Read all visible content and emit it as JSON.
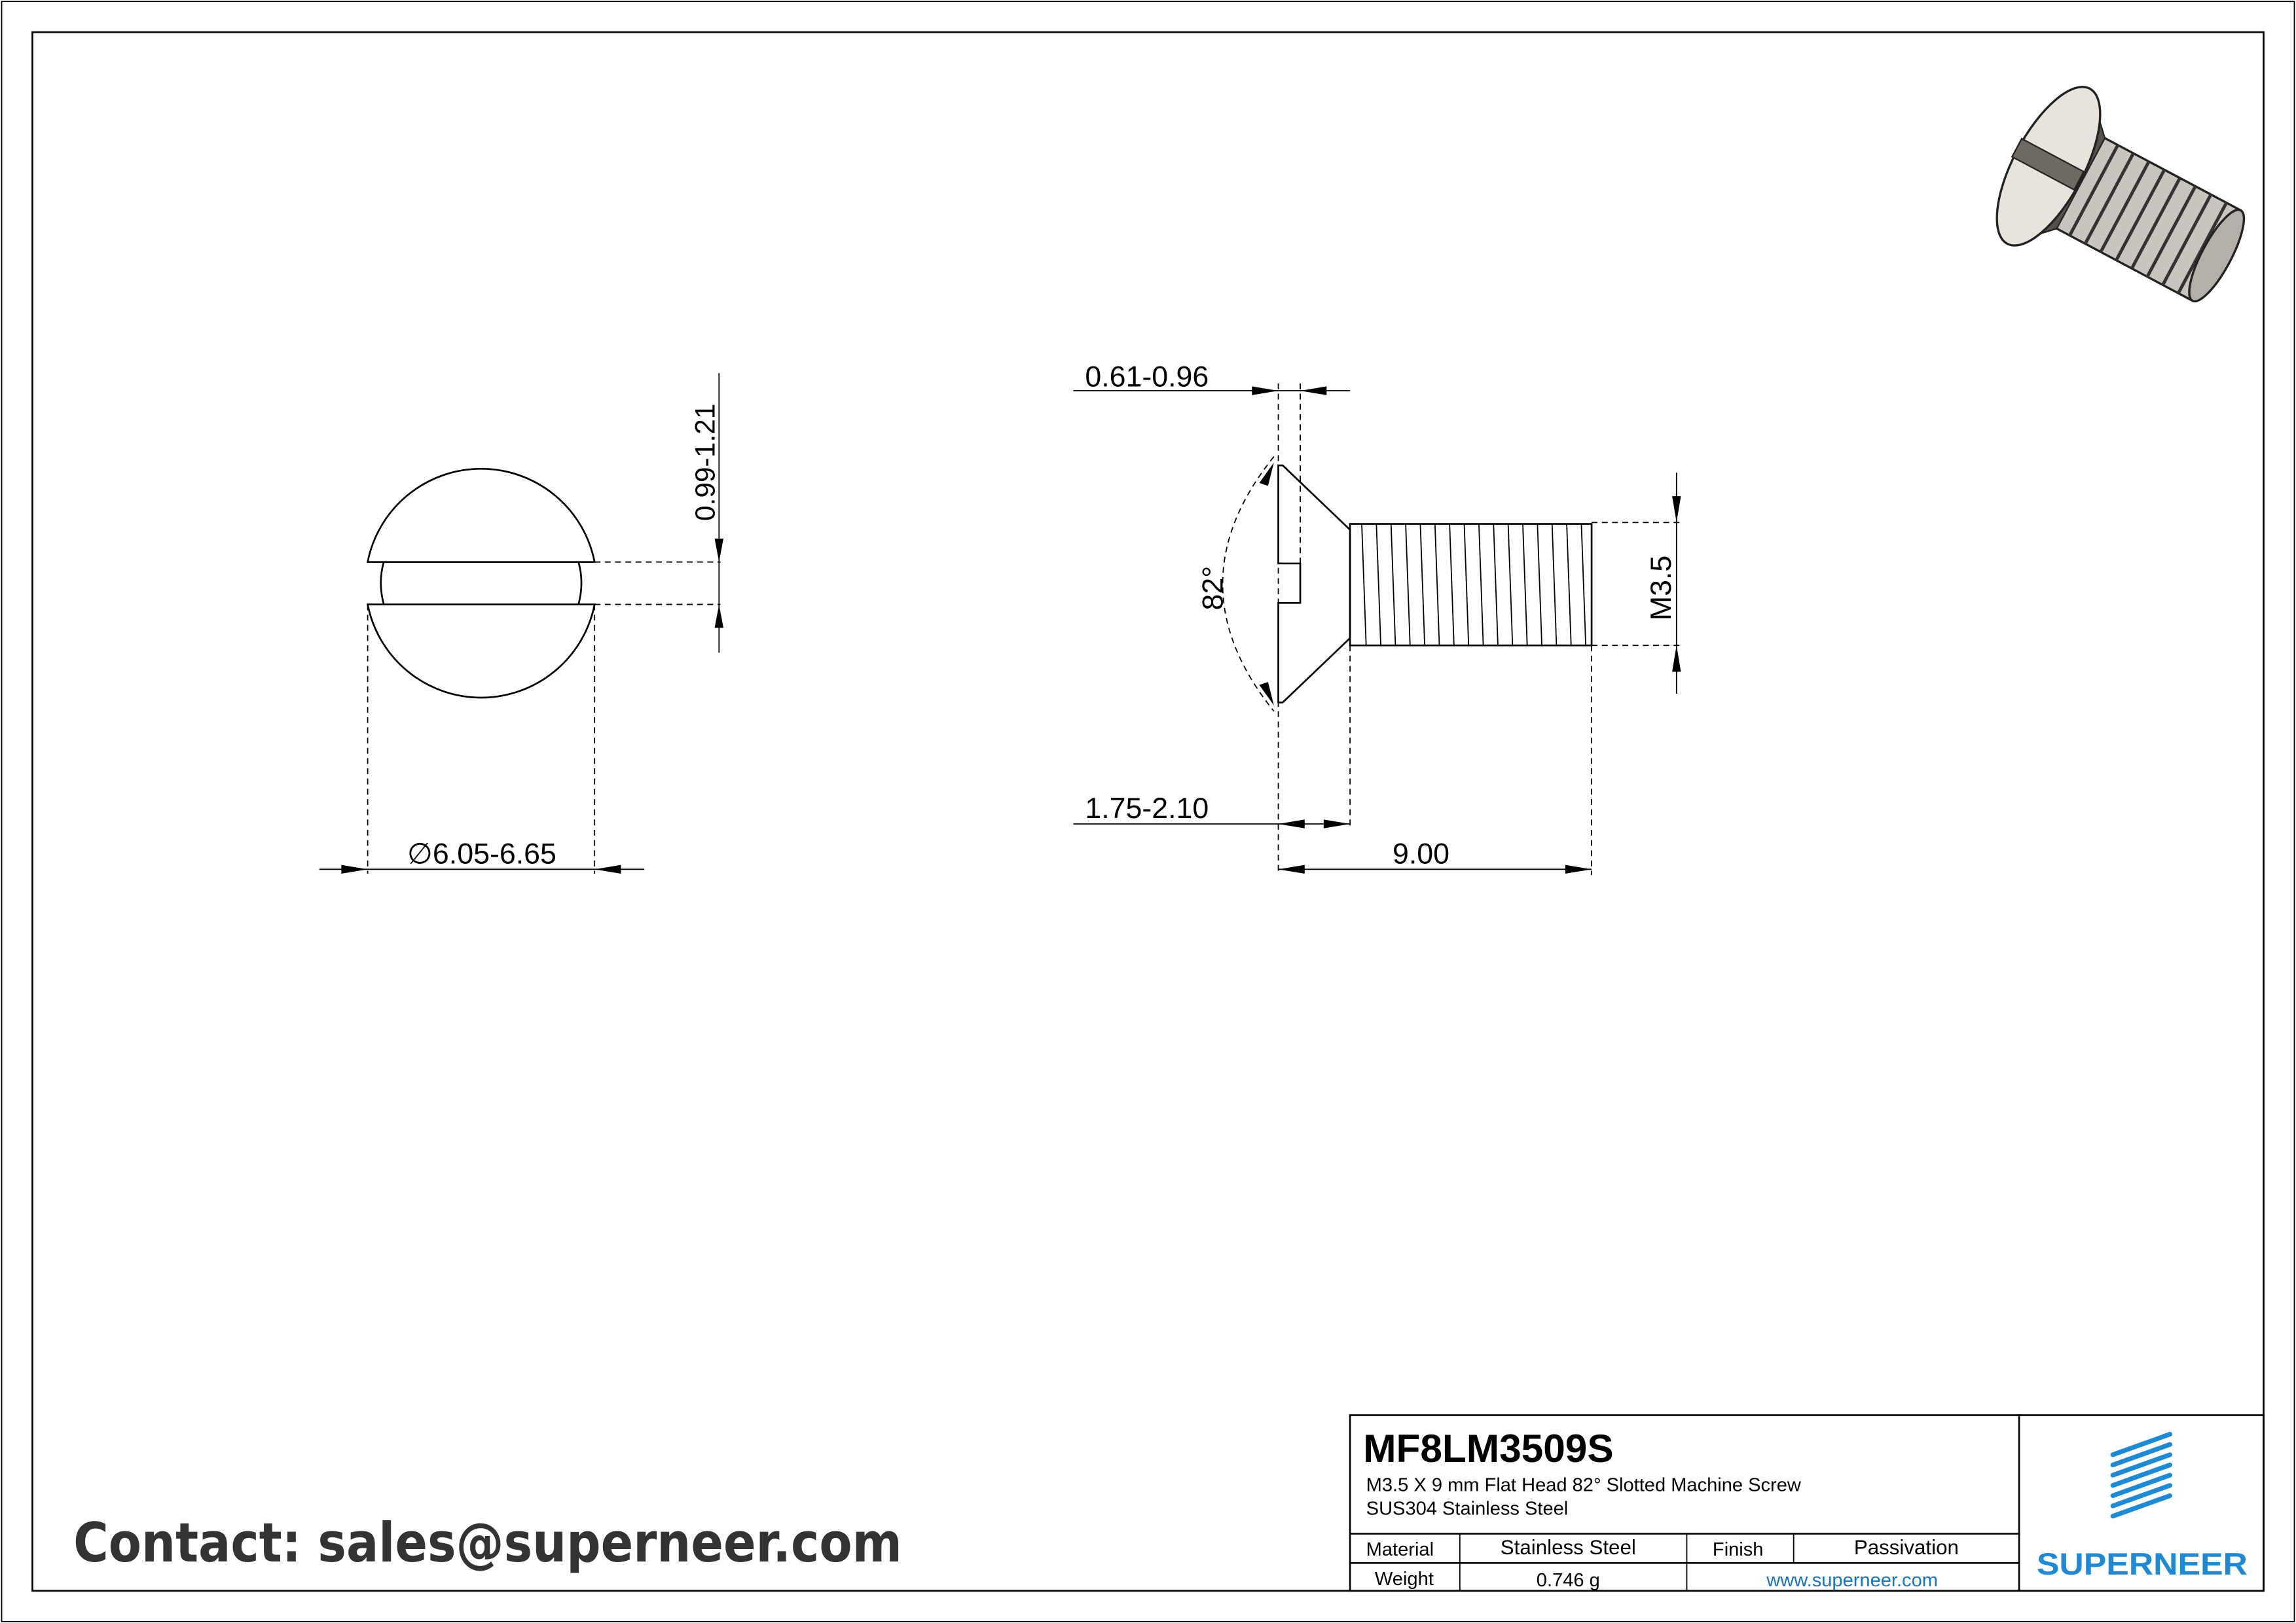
{
  "drawing": {
    "dimensions": {
      "head_diameter": "∅6.05-6.65",
      "slot_width": "0.99-1.21",
      "slot_depth": "0.61-0.96",
      "head_height": "1.75-2.10",
      "length": "9.00",
      "thread": "M3.5",
      "head_angle": "82°"
    }
  },
  "contact": "Contact: sales@superneer.com",
  "title_block": {
    "part_number": "MF8LM3509S",
    "description": "M3.5 X 9 mm  Flat Head 82° Slotted Machine Screw",
    "material_line": "SUS304 Stainless Steel",
    "material_label": "Material",
    "material_value": "Stainless Steel",
    "finish_label": "Finish",
    "finish_value": "Passivation",
    "weight_label": "Weight",
    "weight_value": "0.746 g",
    "website": "www.superneer.com",
    "logo_text": "SUPERNEER",
    "colors": {
      "brand": "#1e8ad6",
      "link": "#1a73c8"
    }
  }
}
